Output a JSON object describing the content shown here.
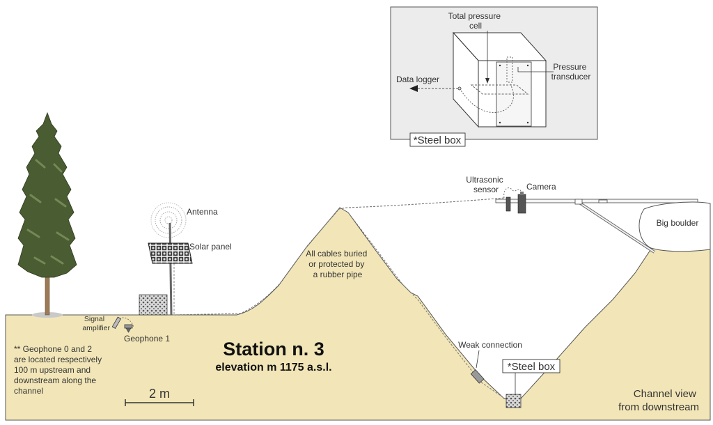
{
  "station": {
    "title": "Station n. 3",
    "elevation": "elevation m 1175 a.s.l."
  },
  "labels": {
    "antenna": "Antenna",
    "solar_panel": "Solar panel",
    "signal_amplifier": [
      "Signal",
      "amplifier"
    ],
    "geophone_1": "Geophone 1",
    "geophone_note": [
      "** Geophone 0 and 2",
      "are located respectively",
      "100 m upstream and",
      "downstream along the",
      "channel"
    ],
    "scale_bar": "2 m",
    "cables_note": [
      "All cables buried",
      "or protected by",
      "a rubber pipe"
    ],
    "ultrasonic_sensor": [
      "Ultrasonic",
      "sensor"
    ],
    "camera": "Camera",
    "big_boulder": "Big boulder",
    "weak_connection": "Weak connection",
    "steel_box": "*Steel box",
    "channel_view": [
      "Channel view",
      "from downstream"
    ]
  },
  "inset": {
    "total_pressure_cell": [
      "Total pressure",
      "cell"
    ],
    "pressure_transducer": [
      "Pressure",
      "transducer"
    ],
    "data_logger": "Data logger",
    "steel_box": "*Steel box"
  },
  "colors": {
    "terrain": "#f2e6b8",
    "tree": "#4a5c32",
    "inset_bg": "#ececec"
  }
}
